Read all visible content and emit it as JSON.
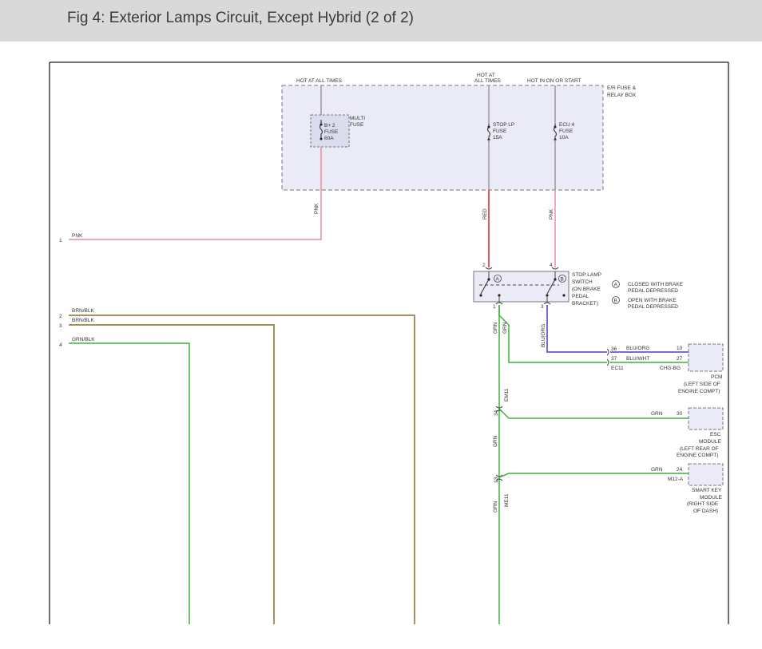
{
  "header": {
    "title": "Fig 4: Exterior Lamps Circuit, Except Hybrid (2 of 2)"
  },
  "colors": {
    "header_bg": "#d9d9d9",
    "pink_wire": "#f08aa0",
    "red_wire": "#e02020",
    "brown_wire": "#8b6a2b",
    "green_wire": "#3cb43c",
    "blue_orange_wire": "#4a3fc0",
    "relay_box_fill": "#ebebf7"
  },
  "relay_box": {
    "label_l1": "E/R FUSE &",
    "label_l2": "RELAY BOX",
    "power_hot_all_times": "HOT AT ALL TIMES",
    "power_hot_all_times_2_l1": "HOT AT",
    "power_hot_all_times_2_l2": "ALL TIMES",
    "power_hot_on_start": "HOT IN ON OR START",
    "multi_fuse_l1": "MULTI",
    "multi_fuse_l2": "FUSE",
    "fuse_b2_l1": "B+ 2",
    "fuse_b2_l2": "FUSE",
    "fuse_b2_l3": "60A",
    "fuse_stop_l1": "STOP LP",
    "fuse_stop_l2": "FUSE",
    "fuse_stop_l3": "15A",
    "fuse_ecu_l1": "ECU 4",
    "fuse_ecu_l2": "FUSE",
    "fuse_ecu_l3": "10A"
  },
  "wires": {
    "pnk_vertical": "PNK",
    "red_vertical": "RED",
    "pnk_vertical_2": "PNK",
    "grn_1": "GRN",
    "grn_2": "GRN",
    "blu_org_vertical": "BLU/ORG",
    "grn_3": "GRN",
    "grn_4": "GRN"
  },
  "left_connectors": [
    {
      "pin": "1",
      "color": "PNK"
    },
    {
      "pin": "2",
      "color": "BRN/BLK"
    },
    {
      "pin": "3",
      "color": "BRN/BLK"
    },
    {
      "pin": "4",
      "color": "GRN/BLK"
    }
  ],
  "stop_lamp_switch": {
    "pin_2": "2",
    "pin_4": "4",
    "pin_1": "1",
    "pin_3": "3",
    "marker_a": "A",
    "marker_b": "B",
    "label_l1": "STOP LAMP",
    "label_l2": "SWITCH",
    "label_l3": "(ON BRAKE",
    "label_l4": "PEDAL",
    "label_l5": "BRACKET)",
    "legend_a_l1": "CLOSED WITH BRAKE",
    "legend_a_l2": "PEDAL DEPRESSED",
    "legend_b_l1": "OPEN WITH BRAKE",
    "legend_b_l2": "PEDAL DEPRESSED"
  },
  "pcm": {
    "pin_36": "36",
    "pin_37": "37",
    "wire_1": "BLU/ORG",
    "wire_2": "BLU/WHT",
    "pin_10": "10",
    "pin_27": "27",
    "conn_ec11": "EC11",
    "conn_chg": "CHG-BG",
    "label_l1": "PCM",
    "label_l2": "(LEFT SIDE OF",
    "label_l3": "ENGINE COMPT)"
  },
  "splice": {
    "em11": "EM11",
    "pin_34": "34",
    "pin_13": "13",
    "me11": "ME11"
  },
  "esc": {
    "wire": "GRN",
    "pin": "30",
    "label_l1": "ESC",
    "label_l2": "MODULE",
    "label_l3": "(LEFT REAR OF",
    "label_l4": "ENGINE COMPT)"
  },
  "smart_key": {
    "wire": "GRN",
    "pin": "24",
    "conn": "M12-A",
    "label_l1": "SMART KEY",
    "label_l2": "MODULE",
    "label_l3": "(RIGHT SIDE",
    "label_l4": "OF DASH)"
  }
}
